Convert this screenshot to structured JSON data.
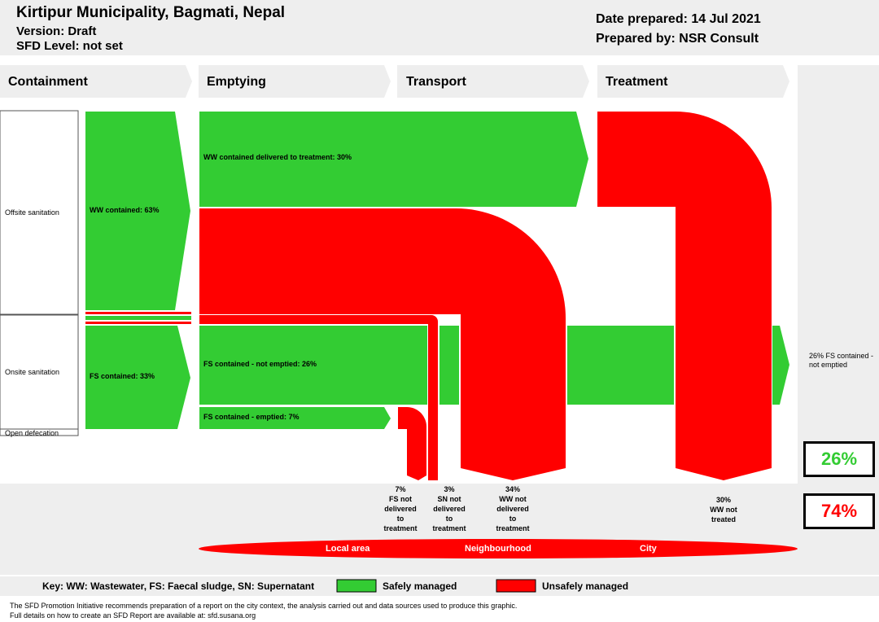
{
  "header": {
    "title": "Kirtipur Municipality, Bagmati, Nepal",
    "version": "Version: Draft",
    "sfd_level": "SFD Level: not set",
    "date_prepared": "Date prepared: 14 Jul 2021",
    "prepared_by": "Prepared by: NSR Consult"
  },
  "stages": [
    "Containment",
    "Emptying",
    "Transport",
    "Treatment"
  ],
  "rows": {
    "offsite": "Offsite sanitation",
    "onsite": "Onsite sanitation",
    "open": "Open defecation"
  },
  "flows": {
    "ww_contained": "WW contained: 63%",
    "fs_contained": "FS contained: 33%",
    "ww_delivered": "WW contained delivered to treatment: 30%",
    "fs_not_emptied": "FS contained - not emptied: 26%",
    "fs_emptied": "FS contained - emptied: 7%",
    "fs_not_emptied_end": "26% FS contained - not emptied"
  },
  "outcomes": [
    {
      "pct": "7%",
      "text": "FS not delivered to treatment"
    },
    {
      "pct": "3%",
      "text": "SN not delivered to treatment"
    },
    {
      "pct": "34%",
      "text": "WW not delivered to treatment"
    },
    {
      "pct": "30%",
      "text": "WW not treated"
    }
  ],
  "totals": {
    "safe": "26%",
    "unsafe": "74%"
  },
  "zones": [
    "Local area",
    "Neighbourhood",
    "City"
  ],
  "key": {
    "text": "Key: WW: Wastewater, FS: Faecal sludge, SN: Supernatant",
    "safe": "Safely managed",
    "unsafe": "Unsafely managed"
  },
  "footnote": [
    "The SFD Promotion Initiative recommends preparation of a report on the city context, the analysis carried out and data sources used to produce this graphic.",
    "Full details on how to create an SFD Report are available at: sfd.susana.org"
  ],
  "colors": {
    "safe": "#33cc33",
    "unsafe": "#ff0000",
    "panel": "#eeeeee"
  }
}
